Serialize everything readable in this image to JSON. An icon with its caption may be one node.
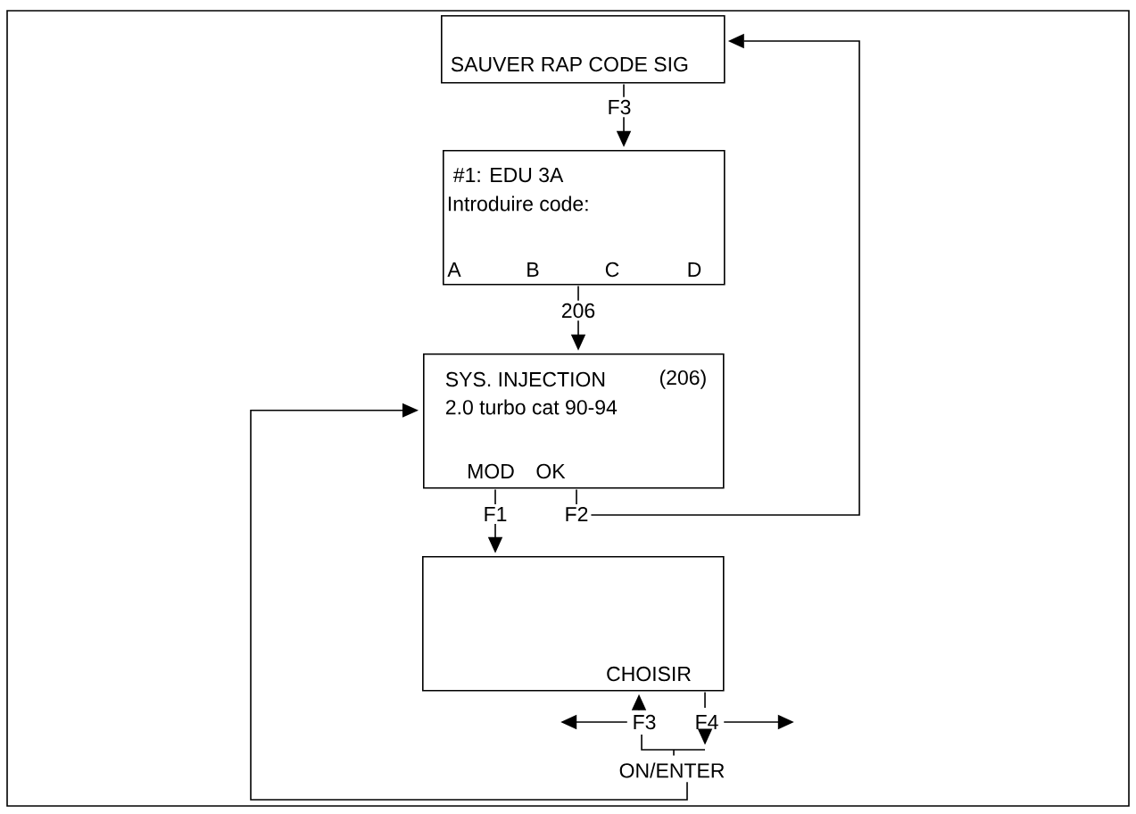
{
  "diagram": {
    "nodes": [
      {
        "text": [
          "SAUVER RAP CODE SIG"
        ]
      },
      {
        "text": [
          "#1: EDU 3A",
          "Introduire code:",
          "A",
          "B",
          "C",
          "D"
        ]
      },
      {
        "text": [
          "SYS. INJECTION",
          "(206)",
          "2.0 turbo cat 90-94",
          "MOD",
          "OK"
        ]
      },
      {
        "text": [
          "CHOISIR"
        ]
      },
      {
        "text": [
          "F3"
        ]
      },
      {
        "text": [
          "F4"
        ]
      },
      {
        "text": [
          "ON/ENTER"
        ]
      }
    ],
    "edges": [
      {
        "from": 0,
        "to": 1,
        "arrow": "to",
        "label": "F3"
      },
      {
        "from": 1,
        "to": 2,
        "arrow": "to",
        "label": "206"
      },
      {
        "from": 2,
        "to": 3,
        "arrow": "to",
        "label": "F1"
      },
      {
        "from": 2,
        "to": 0,
        "arrow": "to",
        "label": "F2"
      },
      {
        "from": 4,
        "to": 3,
        "arrow": "to"
      },
      {
        "from": 3,
        "to": 5,
        "arrow": "none"
      },
      {
        "from": 5,
        "to": 6,
        "arrow": "to"
      },
      {
        "from": 4,
        "to": 6,
        "arrow": "none"
      },
      {
        "from": 6,
        "to": 2,
        "arrow": "to"
      },
      {
        "from": 4,
        "to": null,
        "arrow": "to"
      },
      {
        "from": 5,
        "to": null,
        "arrow": "to"
      }
    ]
  }
}
